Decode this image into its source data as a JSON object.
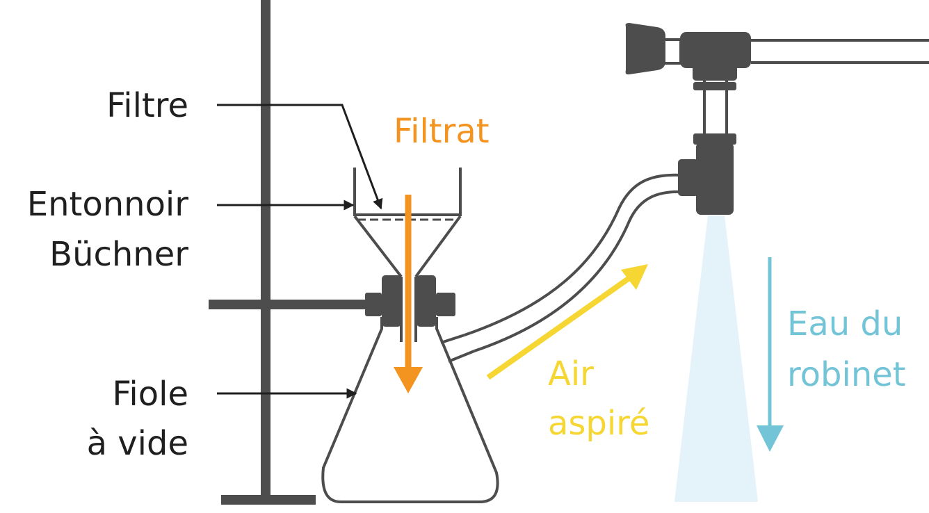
{
  "labels": {
    "filtre": "Filtre",
    "entonnoir_line1": "Entonnoir",
    "entonnoir_line2": "Büchner",
    "fiole_line1": "Fiole",
    "fiole_line2": "à vide",
    "filtrat": "Filtrat",
    "air_line1": "Air",
    "air_line2": "aspiré",
    "eau_line1": "Eau du",
    "eau_line2": "robinet"
  },
  "colors": {
    "apparatus": "#4d4d4d",
    "leader_arrow": "#1f1f1f",
    "filtrat": "#f39320",
    "air": "#f6d633",
    "water": "#74c4d8",
    "water_stream": "#e3f3f9"
  }
}
